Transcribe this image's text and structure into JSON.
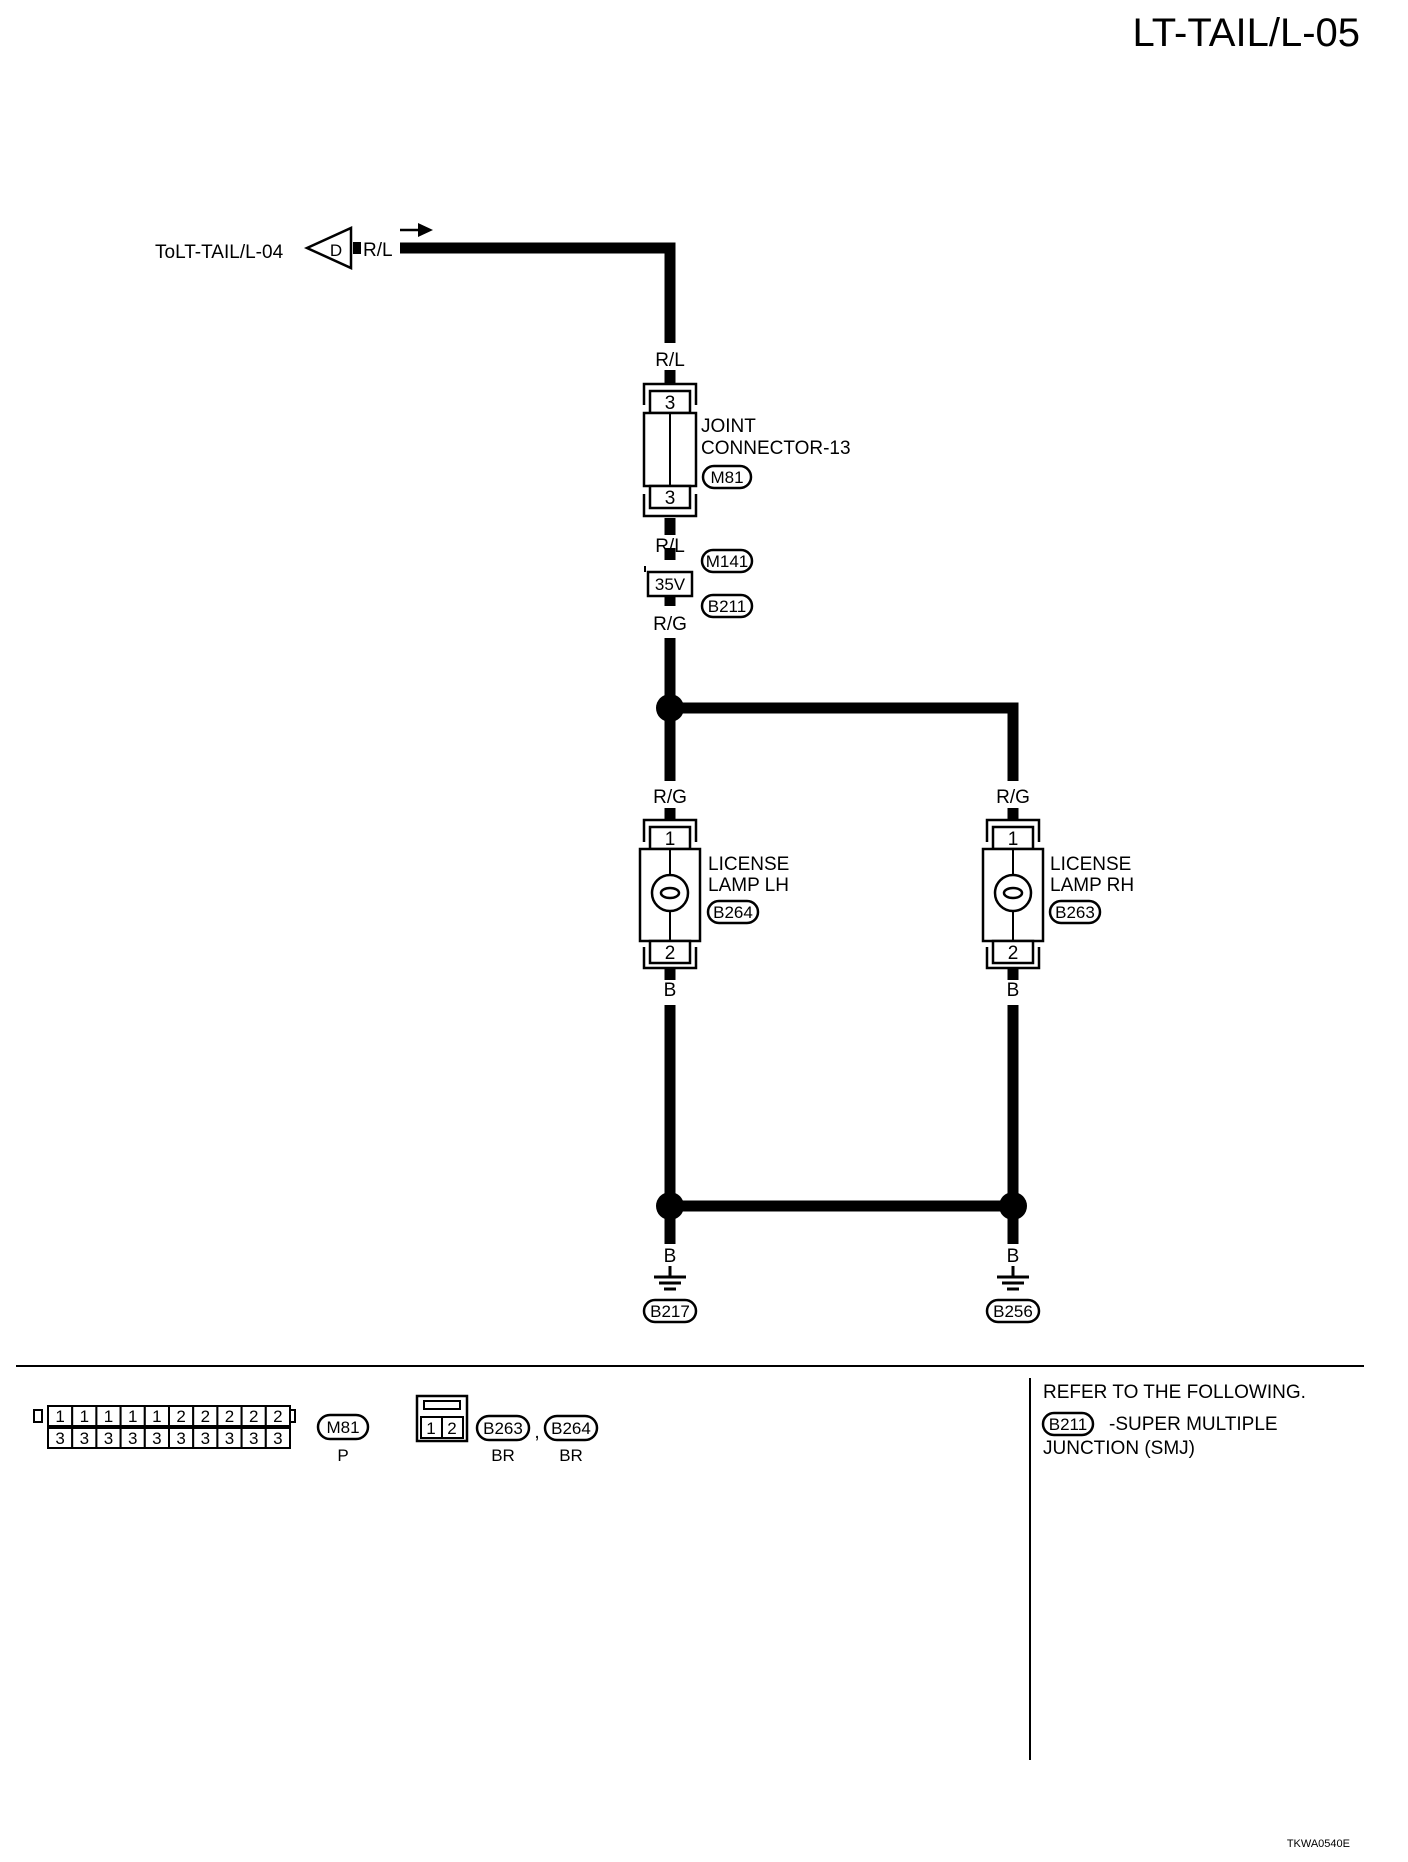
{
  "page": {
    "title": "LT-TAIL/L-05",
    "figure_code": "TKWA0540E"
  },
  "off_page": {
    "target_label": "ToLT-TAIL/L-04",
    "letter": "D",
    "wire_color": "R/L"
  },
  "joint_connector": {
    "name_line1": "JOINT",
    "name_line2": "CONNECTOR-13",
    "connector_id": "M81",
    "wire_in": "R/L",
    "pin_top": "3",
    "pin_bottom": "3",
    "wire_out": "R/L"
  },
  "harness_connector": {
    "upper_id": "M141",
    "lower_id": "B211",
    "terminal": "35V",
    "wire_out": "R/G"
  },
  "lamp_lh": {
    "name_line1": "LICENSE",
    "name_line2": "LAMP LH",
    "connector_id": "B264",
    "wire_in": "R/G",
    "pin_top": "1",
    "pin_bottom": "2",
    "wire_out": "B"
  },
  "lamp_rh": {
    "name_line1": "LICENSE",
    "name_line2": "LAMP RH",
    "connector_id": "B263",
    "wire_in": "R/G",
    "pin_top": "1",
    "pin_bottom": "2",
    "wire_out": "B"
  },
  "grounds": [
    {
      "wire": "B",
      "id": "B217"
    },
    {
      "wire": "B",
      "id": "B256"
    }
  ],
  "connector_views": {
    "m81": {
      "id": "M81",
      "color": "P",
      "top_row": [
        "1",
        "1",
        "1",
        "1",
        "1",
        "2",
        "2",
        "2",
        "2",
        "2"
      ],
      "bottom_row": [
        "3",
        "3",
        "3",
        "3",
        "3",
        "3",
        "3",
        "3",
        "3",
        "3"
      ]
    },
    "lamp": {
      "ids": [
        "B263",
        "B264"
      ],
      "separator": ",",
      "colors": [
        "BR",
        "BR"
      ],
      "pins": [
        "1",
        "2"
      ]
    }
  },
  "reference": {
    "heading": "REFER TO THE FOLLOWING.",
    "connector_id": "B211",
    "text_line1": "-SUPER MULTIPLE",
    "text_line2": "JUNCTION (SMJ)"
  }
}
